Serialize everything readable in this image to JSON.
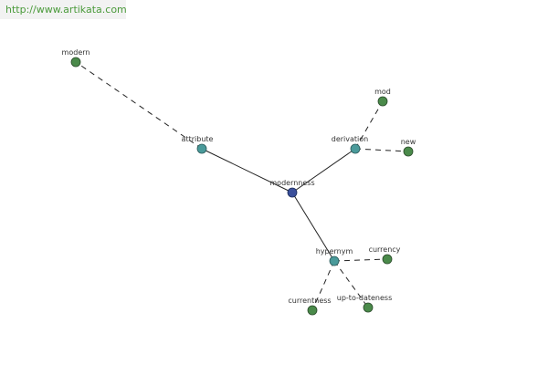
{
  "url": "http://www.artikata.com",
  "colors": {
    "center": "#3a4f9a",
    "relation": "#4a9a9a",
    "leaf": "#4a8a4a",
    "edge": "#222222",
    "url": "#4a9a3a"
  },
  "nodes": {
    "center": "modernness",
    "attribute": "attribute",
    "derivation": "derivation",
    "hypernym": "hypernym",
    "modern": "modern",
    "mod": "mod",
    "new": "new",
    "currency": "currency",
    "currentness": "currentness",
    "uptodateness": "up-to-dateness"
  }
}
